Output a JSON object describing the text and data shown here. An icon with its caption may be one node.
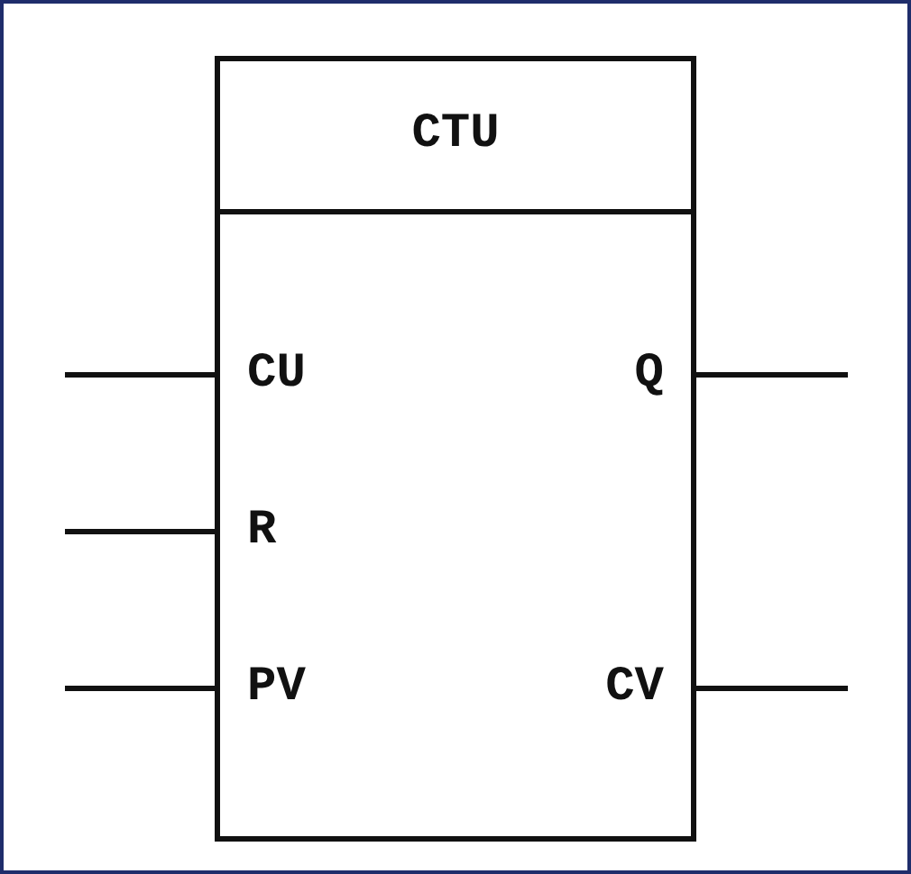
{
  "diagram": {
    "nodes": [
      {
        "text": [
          "CTU"
        ]
      },
      {
        "text": [
          "CU"
        ],
        "in": 0
      },
      {
        "text": [
          "R"
        ],
        "in": 0
      },
      {
        "text": [
          "PV"
        ],
        "in": 0
      },
      {
        "text": [
          "Q"
        ],
        "in": 0
      },
      {
        "text": [
          "CV"
        ],
        "in": 0
      }
    ],
    "edges": [
      {
        "from": null,
        "to": 1,
        "arrow": "none"
      },
      {
        "from": null,
        "to": 2,
        "arrow": "none"
      },
      {
        "from": null,
        "to": 3,
        "arrow": "none"
      },
      {
        "from": 4,
        "to": null,
        "arrow": "none"
      },
      {
        "from": 5,
        "to": null,
        "arrow": "none"
      }
    ]
  }
}
